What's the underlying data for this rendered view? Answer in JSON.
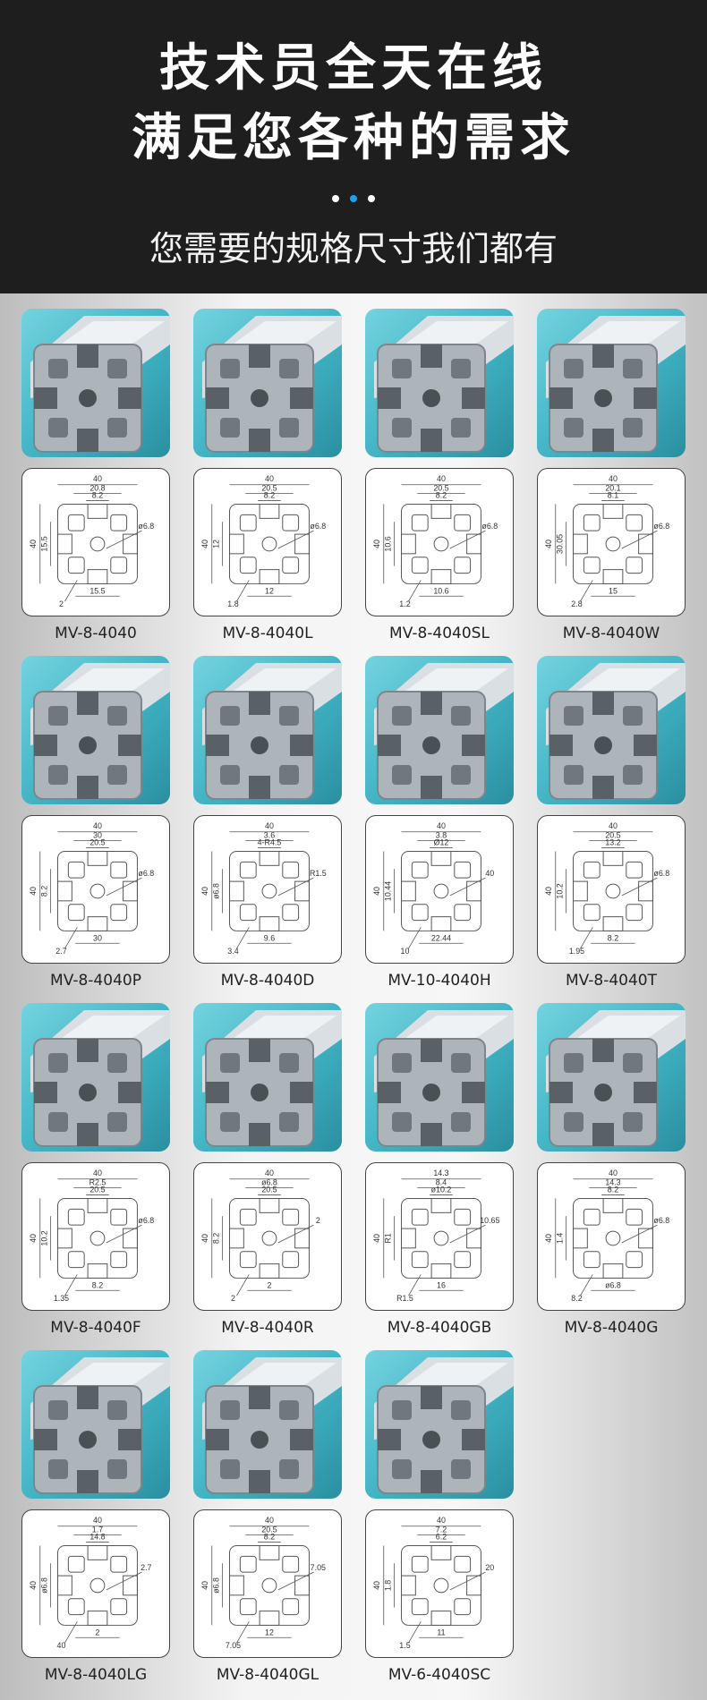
{
  "header": {
    "line1": "技术员全天在线",
    "line2": "满足您各种的需求",
    "subtitle": "您需要的规格尺寸我们都有"
  },
  "colors": {
    "background_dark": "#1e1e1e",
    "accent_dot": "#1ba1ee",
    "photo_teal": "#3fb2c2"
  },
  "products": [
    {
      "name": "MV-8-4040",
      "photo_icon": "aluminum-profile-icon",
      "drawing_icon": "profile-drawing-icon",
      "dims": [
        "40",
        "20.8",
        "8.2",
        "15.5",
        "15.5",
        "40",
        "ø6.8",
        "2"
      ]
    },
    {
      "name": "MV-8-4040L",
      "photo_icon": "aluminum-profile-icon",
      "drawing_icon": "profile-drawing-icon",
      "dims": [
        "40",
        "20.5",
        "8.2",
        "12",
        "12",
        "40",
        "ø6.8",
        "1.8"
      ]
    },
    {
      "name": "MV-8-4040SL",
      "photo_icon": "aluminum-profile-icon",
      "drawing_icon": "profile-drawing-icon",
      "dims": [
        "40",
        "20.5",
        "8.2",
        "10.6",
        "10.6",
        "40",
        "ø6.8",
        "1.2"
      ]
    },
    {
      "name": "MV-8-4040W",
      "photo_icon": "aluminum-profile-icon",
      "drawing_icon": "profile-drawing-icon",
      "dims": [
        "40",
        "20.1",
        "8.1",
        "30.05",
        "15",
        "40",
        "ø6.8",
        "2.8"
      ]
    },
    {
      "name": "MV-8-4040P",
      "photo_icon": "aluminum-profile-icon",
      "drawing_icon": "profile-drawing-icon",
      "dims": [
        "40",
        "30",
        "20.5",
        "8.2",
        "30",
        "40",
        "ø6.8",
        "2.7"
      ]
    },
    {
      "name": "MV-8-4040D",
      "photo_icon": "aluminum-profile-icon",
      "drawing_icon": "profile-drawing-icon",
      "dims": [
        "40",
        "3.6",
        "4-R4.5",
        "ø6.8",
        "9.6",
        "40",
        "R1.5",
        "3.4"
      ]
    },
    {
      "name": "MV-10-4040H",
      "photo_icon": "aluminum-profile-icon",
      "drawing_icon": "profile-drawing-icon",
      "dims": [
        "40",
        "3.8",
        "Ø12",
        "10.44",
        "22.44",
        "40",
        "40",
        "10"
      ]
    },
    {
      "name": "MV-8-4040T",
      "photo_icon": "aluminum-profile-icon",
      "drawing_icon": "profile-drawing-icon",
      "dims": [
        "40",
        "20.5",
        "13.2",
        "10.2",
        "8.2",
        "40",
        "ø6.8",
        "1.95"
      ]
    },
    {
      "name": "MV-8-4040F",
      "photo_icon": "aluminum-profile-icon",
      "drawing_icon": "profile-drawing-icon",
      "dims": [
        "40",
        "R2.5",
        "20.5",
        "10.2",
        "8.2",
        "40",
        "ø6.8",
        "1.35"
      ]
    },
    {
      "name": "MV-8-4040R",
      "photo_icon": "aluminum-profile-icon",
      "drawing_icon": "profile-drawing-icon",
      "dims": [
        "40",
        "ø6.8",
        "20.5",
        "8.2",
        "2",
        "40",
        "2",
        "2"
      ]
    },
    {
      "name": "MV-8-4040GB",
      "photo_icon": "aluminum-profile-icon",
      "drawing_icon": "profile-drawing-icon",
      "dims": [
        "14.3",
        "8.4",
        "ø10.2",
        "R1",
        "16",
        "40",
        "10.65",
        "R1.5"
      ]
    },
    {
      "name": "MV-8-4040G",
      "photo_icon": "aluminum-profile-icon",
      "drawing_icon": "profile-drawing-icon",
      "dims": [
        "40",
        "14.3",
        "8.2",
        "1.4",
        "ø6.8",
        "40",
        "ø6.8",
        "8.2"
      ]
    },
    {
      "name": "MV-8-4040LG",
      "photo_icon": "aluminum-profile-icon",
      "drawing_icon": "profile-drawing-icon",
      "dims": [
        "40",
        "1.7",
        "14.8",
        "ø6.8",
        "2",
        "40",
        "2.7",
        "40"
      ]
    },
    {
      "name": "MV-8-4040GL",
      "photo_icon": "aluminum-profile-icon",
      "drawing_icon": "profile-drawing-icon",
      "dims": [
        "40",
        "20.5",
        "8.2",
        "ø6.8",
        "12",
        "40",
        "7.05",
        "7.05"
      ]
    },
    {
      "name": "MV-6-4040SC",
      "photo_icon": "aluminum-profile-icon",
      "drawing_icon": "profile-drawing-icon",
      "dims": [
        "40",
        "7.2",
        "6.2",
        "1.8",
        "11",
        "40",
        "20",
        "1.5"
      ]
    }
  ]
}
